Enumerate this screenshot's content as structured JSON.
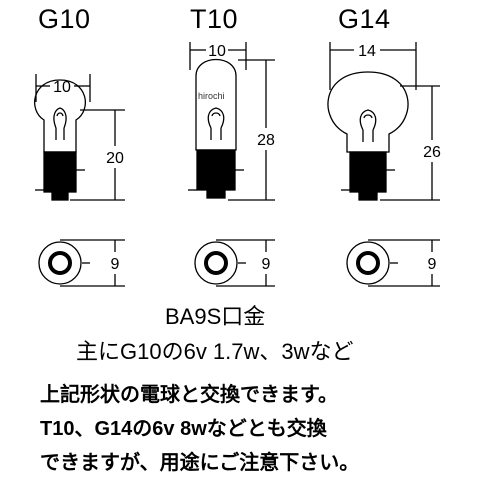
{
  "bulbs": [
    {
      "label": "G10",
      "width_dim": "10",
      "height_dim": "20",
      "base_dim": "9"
    },
    {
      "label": "T10",
      "width_dim": "10",
      "height_dim": "28",
      "base_dim": "9"
    },
    {
      "label": "G14",
      "width_dim": "14",
      "height_dim": "26",
      "base_dim": "9"
    }
  ],
  "watermark": "hirochi",
  "base_type": "BA9S口金",
  "main_use": "主にG10の6v 1.7w、3wなど",
  "notes": [
    "上記形状の電球と交換できます。",
    "T10、G14の6v 8wなどとも交換",
    "できますが、用途にご注意下さい。"
  ]
}
